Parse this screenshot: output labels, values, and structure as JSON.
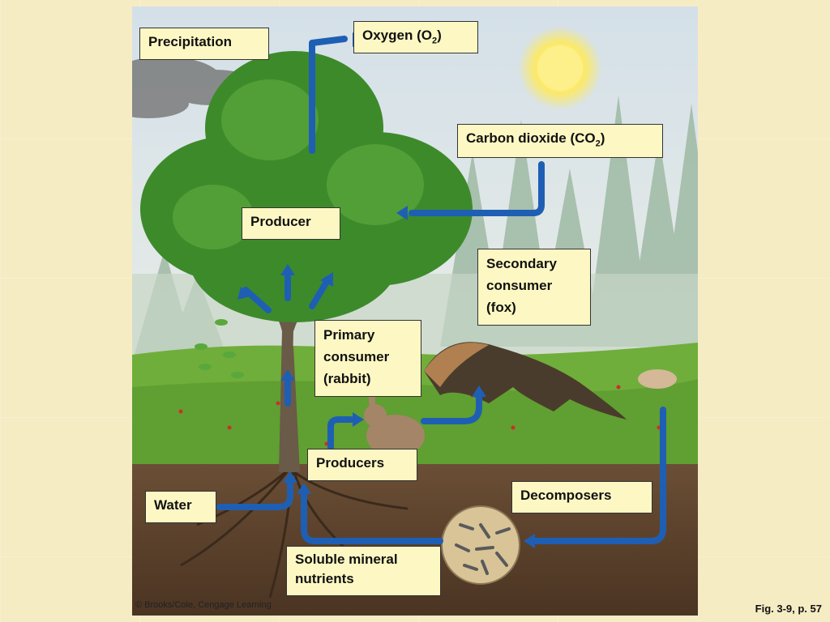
{
  "labels": {
    "precipitation": "Precipitation",
    "oxygen_prefix": "Oxygen (O",
    "oxygen_sub": "2",
    "oxygen_suffix": ")",
    "co2_prefix": "Carbon dioxide (CO",
    "co2_sub": "2",
    "co2_suffix": ")",
    "producer": "Producer",
    "secondary_line1": "Secondary",
    "secondary_line2": "consumer",
    "secondary_line3": "(fox)",
    "primary_line1": "Primary",
    "primary_line2": "consumer",
    "primary_line3": "(rabbit)",
    "producers": "Producers",
    "water": "Water",
    "decomposers": "Decomposers",
    "nutrients_line1": "Soluble mineral",
    "nutrients_line2": "nutrients"
  },
  "footer": {
    "credit": "© Brooks/Cole, Cengage Learning",
    "figure_ref": "Fig. 3-9, p. 57"
  },
  "colors": {
    "arrow": "#1e5fb4",
    "label_bg": "#fdf8c3",
    "soil": "#5a4230",
    "grass": "#6fae3a",
    "sky": "#dfe6ea",
    "slide_bg": "#f6ecc4"
  }
}
